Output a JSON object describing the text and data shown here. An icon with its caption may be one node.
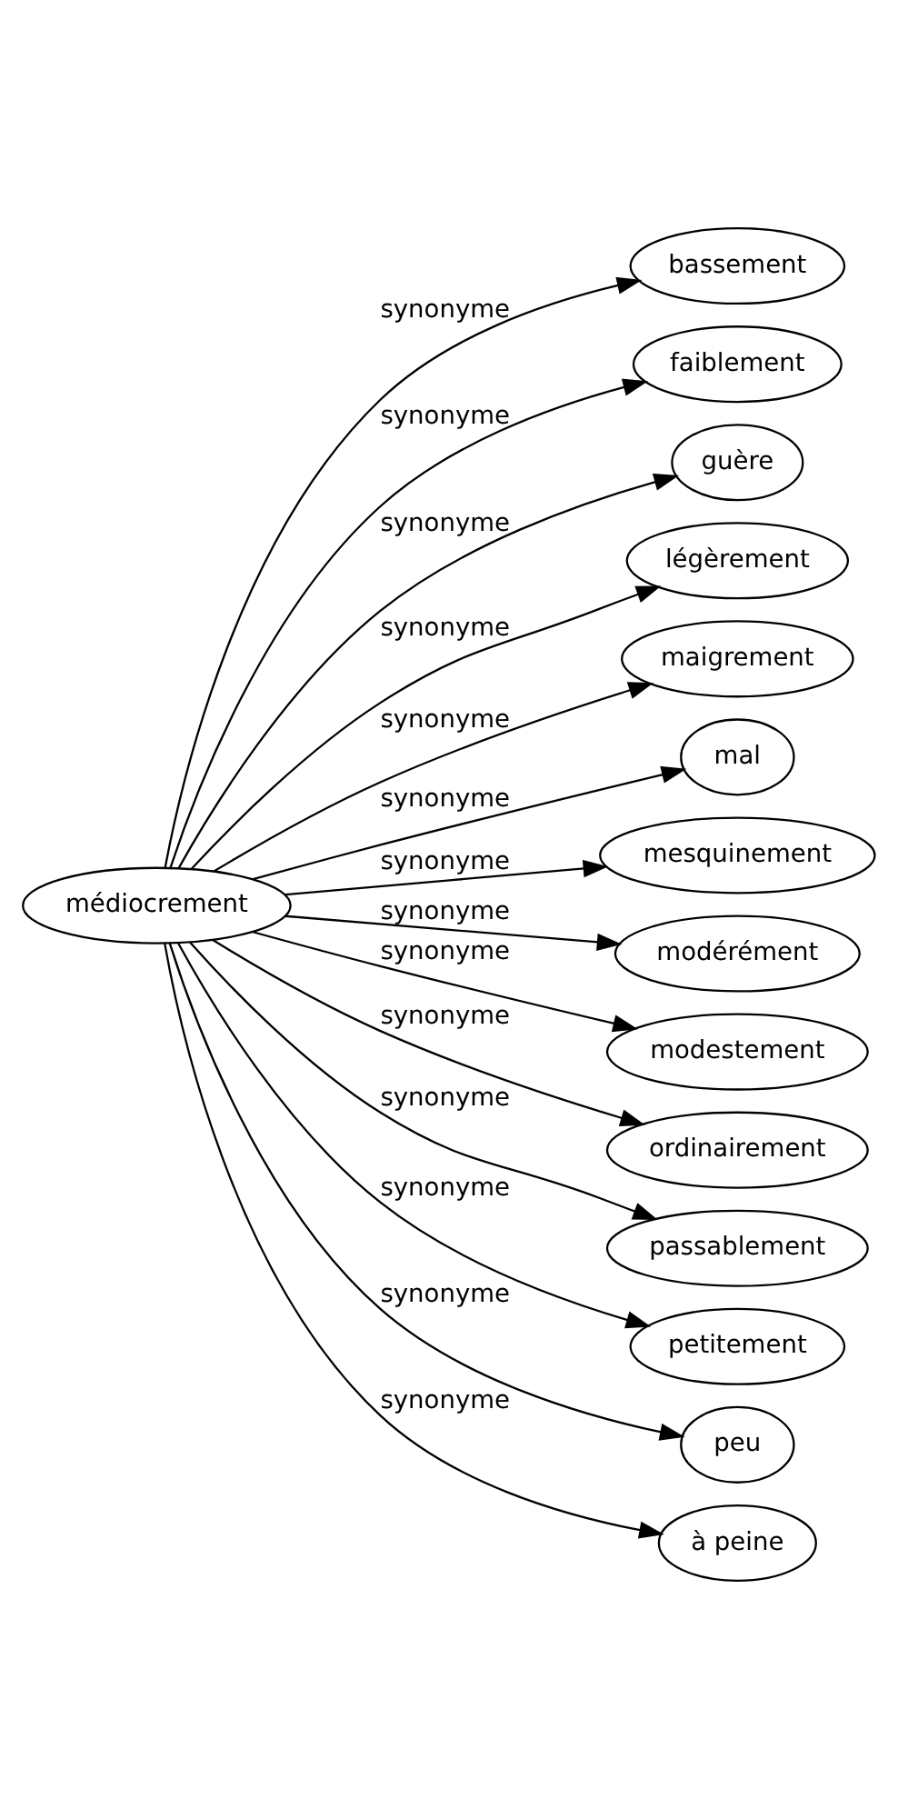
{
  "diagram": {
    "nodes": [
      {
        "text": [
          "médiocrement"
        ]
      },
      {
        "text": [
          "bassement"
        ]
      },
      {
        "text": [
          "faiblement"
        ]
      },
      {
        "text": [
          "guère"
        ]
      },
      {
        "text": [
          "légèrement"
        ]
      },
      {
        "text": [
          "maigrement"
        ]
      },
      {
        "text": [
          "mal"
        ]
      },
      {
        "text": [
          "mesquinement"
        ]
      },
      {
        "text": [
          "modérément"
        ]
      },
      {
        "text": [
          "modestement"
        ]
      },
      {
        "text": [
          "ordinairement"
        ]
      },
      {
        "text": [
          "passablement"
        ]
      },
      {
        "text": [
          "petitement"
        ]
      },
      {
        "text": [
          "peu"
        ]
      },
      {
        "text": [
          "à peine"
        ]
      }
    ],
    "edges": [
      {
        "from": 0,
        "to": 1,
        "arrow": "to",
        "label": "synonyme"
      },
      {
        "from": 0,
        "to": 2,
        "arrow": "to",
        "label": "synonyme"
      },
      {
        "from": 0,
        "to": 3,
        "arrow": "to",
        "label": "synonyme"
      },
      {
        "from": 0,
        "to": 4,
        "arrow": "to",
        "label": "synonyme"
      },
      {
        "from": 0,
        "to": 5,
        "arrow": "to",
        "label": "synonyme"
      },
      {
        "from": 0,
        "to": 6,
        "arrow": "to",
        "label": "synonyme"
      },
      {
        "from": 0,
        "to": 7,
        "arrow": "to",
        "label": "synonyme"
      },
      {
        "from": 0,
        "to": 8,
        "arrow": "to",
        "label": "synonyme"
      },
      {
        "from": 0,
        "to": 9,
        "arrow": "to",
        "label": "synonyme"
      },
      {
        "from": 0,
        "to": 10,
        "arrow": "to",
        "label": "synonyme"
      },
      {
        "from": 0,
        "to": 11,
        "arrow": "to",
        "label": "synonyme"
      },
      {
        "from": 0,
        "to": 12,
        "arrow": "to",
        "label": "synonyme"
      },
      {
        "from": 0,
        "to": 13,
        "arrow": "to",
        "label": "synonyme"
      },
      {
        "from": 0,
        "to": 14,
        "arrow": "to",
        "label": "synonyme"
      }
    ]
  }
}
